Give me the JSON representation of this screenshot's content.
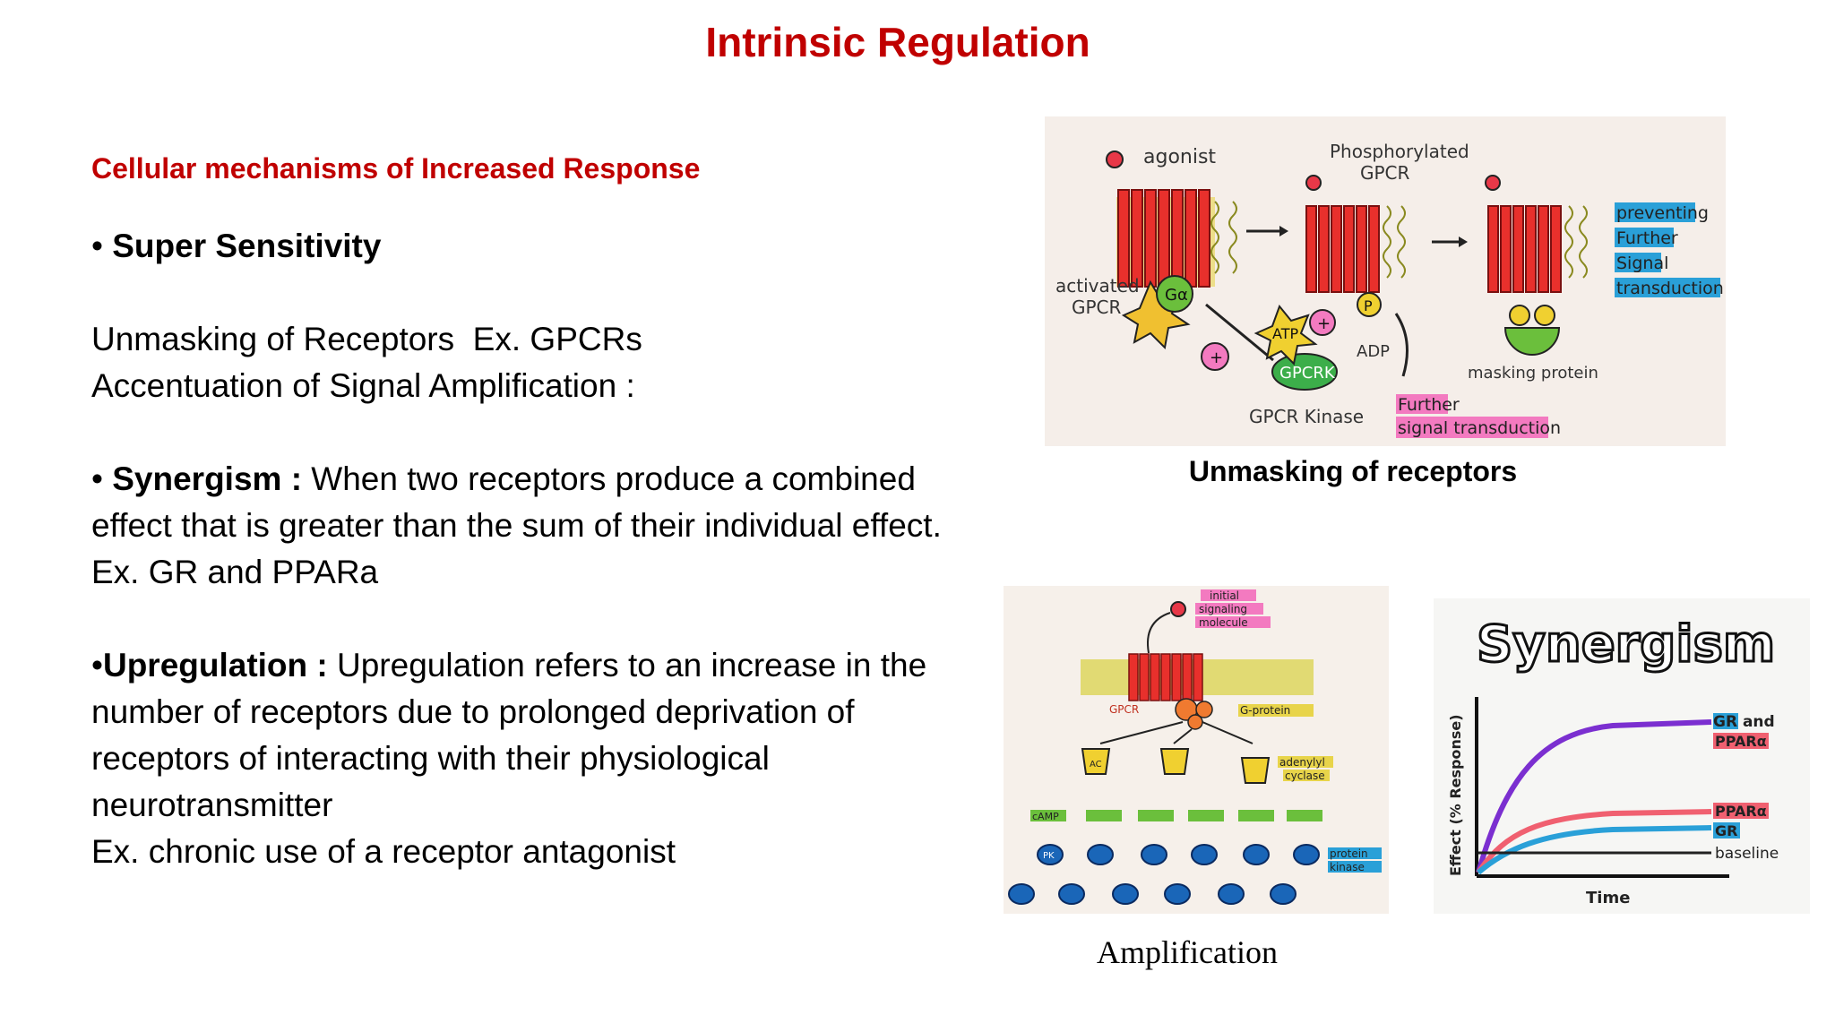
{
  "title": "Intrinsic Regulation",
  "subheading": "Cellular mechanisms of Increased Response",
  "bullets": {
    "super_sensitivity": {
      "label": "Super Sensitivity"
    },
    "unmasking_line": "Unmasking of Receptors  Ex. GPCRs",
    "accentuation_line": "Accentuation of Signal Amplification :",
    "synergism": {
      "label": "Synergism :",
      "text": " When two receptors produce a combined effect that is greater than the sum of their individual effect.",
      "example": "Ex. GR and PPARa"
    },
    "upregulation": {
      "label": "Upregulation :",
      "text": " Upregulation refers to an increase in the number of receptors due to prolonged deprivation of receptors of interacting with their physiological neurotransmitter",
      "example": "Ex. chronic use of a receptor antagonist"
    }
  },
  "figure_unmasking": {
    "caption": "Unmasking of receptors",
    "labels": {
      "agonist": "agonist",
      "phosphorylated": "Phosphorylated",
      "gpcr_top": "GPCR",
      "activated": "activated",
      "gpcr_left": "GPCR",
      "galpha": "Gα",
      "atp": "ATP",
      "p": "P",
      "adp": "ADP",
      "gpcrk": "GPCRK",
      "gpcr_kinase": "GPCR Kinase",
      "further": "Further",
      "signal_transduction": "signal transduction",
      "masking_protein": "masking protein",
      "preventing": "preventing",
      "further2": "Further",
      "signal": "Signal",
      "transduction": "transduction"
    }
  },
  "figure_amplification": {
    "caption": "Amplification",
    "labels": {
      "initial": "initial",
      "signaling": "signaling",
      "molecule": "molecule",
      "gpcr": "GPCR",
      "g_protein": "G-protein",
      "adenylyl": "adenylyl",
      "cyclase": "cyclase",
      "ac": "AC",
      "camp": "cAMP",
      "pk": "PK",
      "protein": "protein",
      "kinase": "kinase"
    }
  },
  "figure_synergism": {
    "title": "Synergism",
    "ylabel": "Effect (% Response)",
    "xlabel": "Time",
    "legend": {
      "gr_and": "GR and",
      "ppar_alpha": "PPARα",
      "ppar_alpha_2": "PPARα",
      "gr": "GR",
      "baseline": "baseline"
    },
    "colors": {
      "combined": "#7b2fd0",
      "ppar": "#f06070",
      "gr": "#2aa0d8",
      "baseline": "#222222"
    }
  }
}
